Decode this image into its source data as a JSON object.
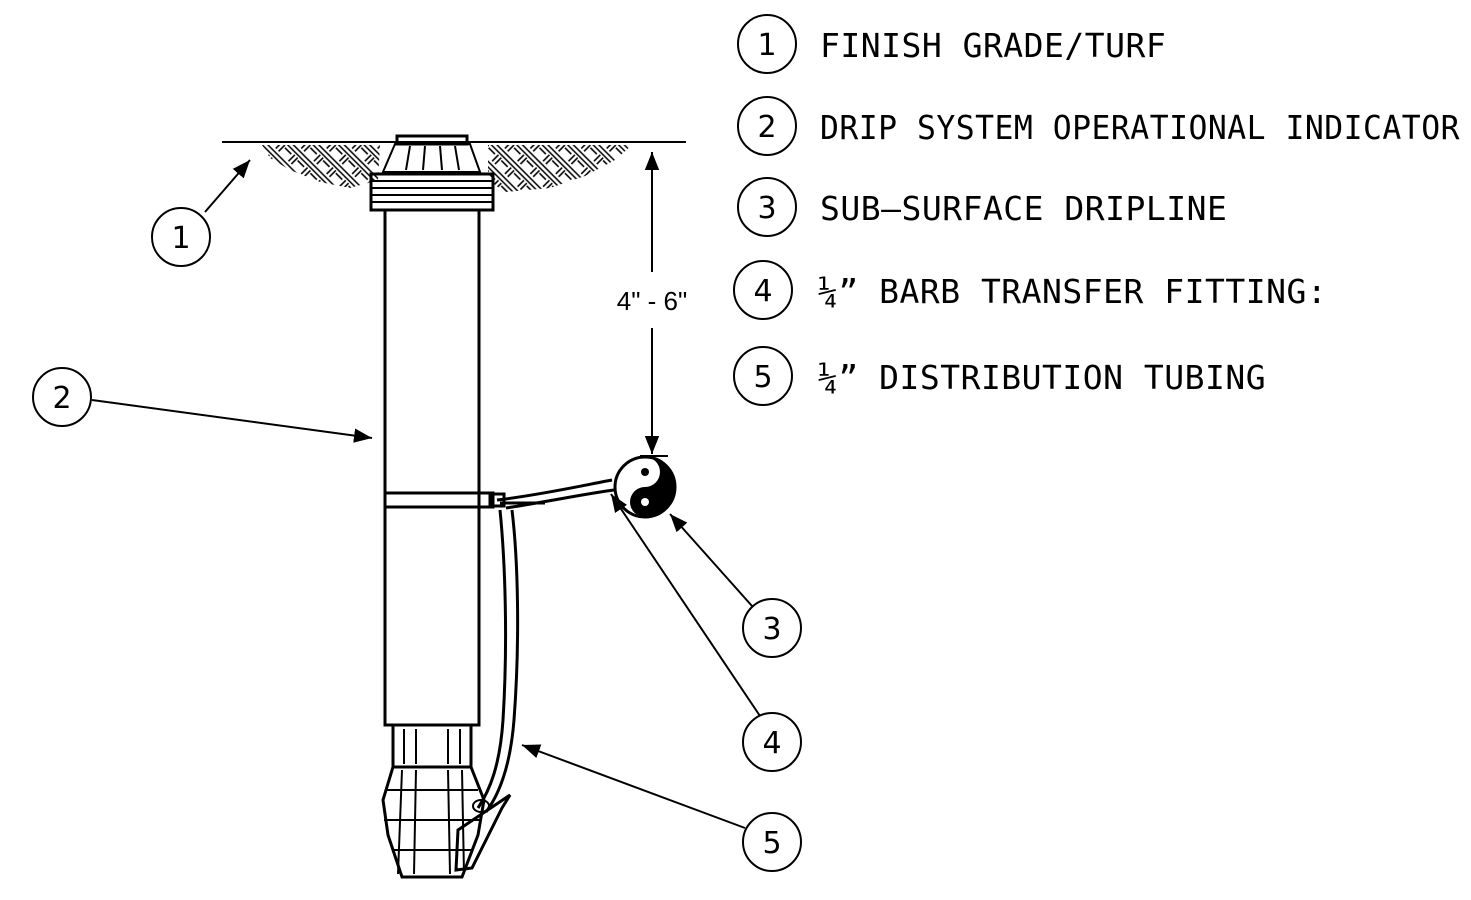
{
  "legend": [
    {
      "num": "1",
      "label": "FINISH GRADE/TURF"
    },
    {
      "num": "2",
      "label": "DRIP SYSTEM OPERATIONAL INDICATOR"
    },
    {
      "num": "3",
      "label": "SUB–SURFACE DRIPLINE"
    },
    {
      "num": "4",
      "label": "¼” BARB TRANSFER FITTING:"
    },
    {
      "num": "5",
      "label": "¼” DISTRIBUTION TUBING"
    }
  ],
  "callouts": {
    "c1": "1",
    "c2": "2",
    "c3": "3",
    "c4": "4",
    "c5": "5"
  },
  "dimension": {
    "depth_label": "4\" - 6\""
  }
}
